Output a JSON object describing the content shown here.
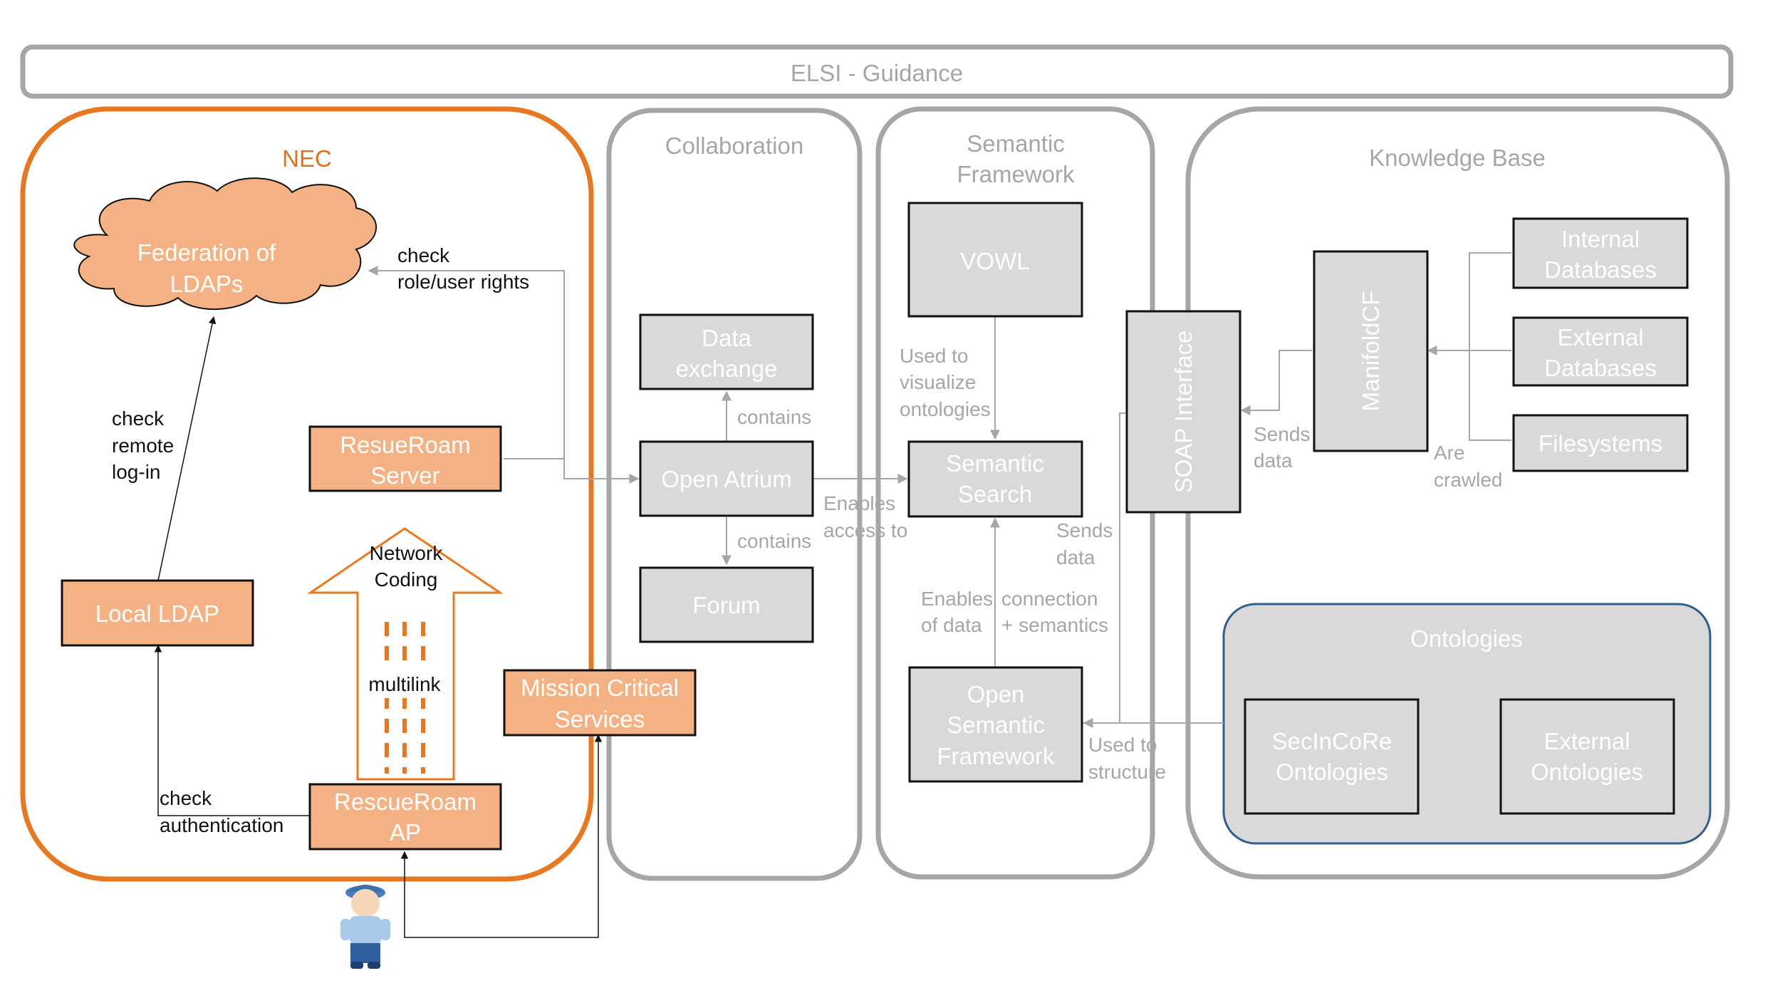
{
  "banner": {
    "label": "ELSI - Guidance"
  },
  "nec": {
    "title": "NEC",
    "federation": [
      "Federation of",
      "LDAPs"
    ],
    "federation_note": [
      "check",
      "role/user rights"
    ],
    "remote_note": [
      "check",
      "remote",
      "log-in"
    ],
    "server": [
      "ResueRoam",
      "Server"
    ],
    "network_coding": [
      "Network",
      "Coding"
    ],
    "multilink": "multilink",
    "local_ldap": "Local LDAP",
    "mission": [
      "Mission Critical",
      "Services"
    ],
    "ap": [
      "RescueRoam",
      "AP"
    ],
    "auth_note": [
      "check",
      "authentication"
    ]
  },
  "collaboration": {
    "title": "Collaboration",
    "data_exchange": [
      "Data",
      "exchange"
    ],
    "open_atrium": "Open Atrium",
    "forum": "Forum",
    "contains_up": "contains",
    "contains_down": "contains",
    "enables_access": [
      "Enables",
      "access to"
    ]
  },
  "semantic": {
    "title": [
      "Semantic",
      "Framework"
    ],
    "vowl": "VOWL",
    "vowl_note": [
      "Used to",
      "visualize",
      "ontologies"
    ],
    "search": [
      "Semantic",
      "Search"
    ],
    "sends_data": [
      "Sends",
      "data"
    ],
    "enables_left": [
      "Enables",
      "of data"
    ],
    "enables_right": [
      "connection",
      "+ semantics"
    ],
    "osf": [
      "Open",
      "Semantic",
      "Framework"
    ],
    "structure_note": [
      "Used to",
      "structure"
    ]
  },
  "knowledge": {
    "title": "Knowledge Base",
    "soap": "SOAP Interface",
    "sends_data": [
      "Sends",
      "data"
    ],
    "manifold": "ManifoldCF",
    "crawled": [
      "Are",
      "crawled"
    ],
    "internal_db": [
      "Internal",
      "Databases"
    ],
    "external_db": [
      "External",
      "Databases"
    ],
    "filesystems": "Filesystems"
  },
  "ontologies": {
    "title": "Ontologies",
    "secincore": [
      "SecInCoRe",
      "Ontologies"
    ],
    "external": [
      "External",
      "Ontologies"
    ]
  },
  "icons": {
    "user": "police-officer-icon"
  },
  "colors": {
    "orange": "#e87722",
    "orange_fill": "#f4b183",
    "grey_border": "#a6a6a6",
    "box_fill": "#d9d9d9",
    "blue_border": "#2e5f8f"
  }
}
